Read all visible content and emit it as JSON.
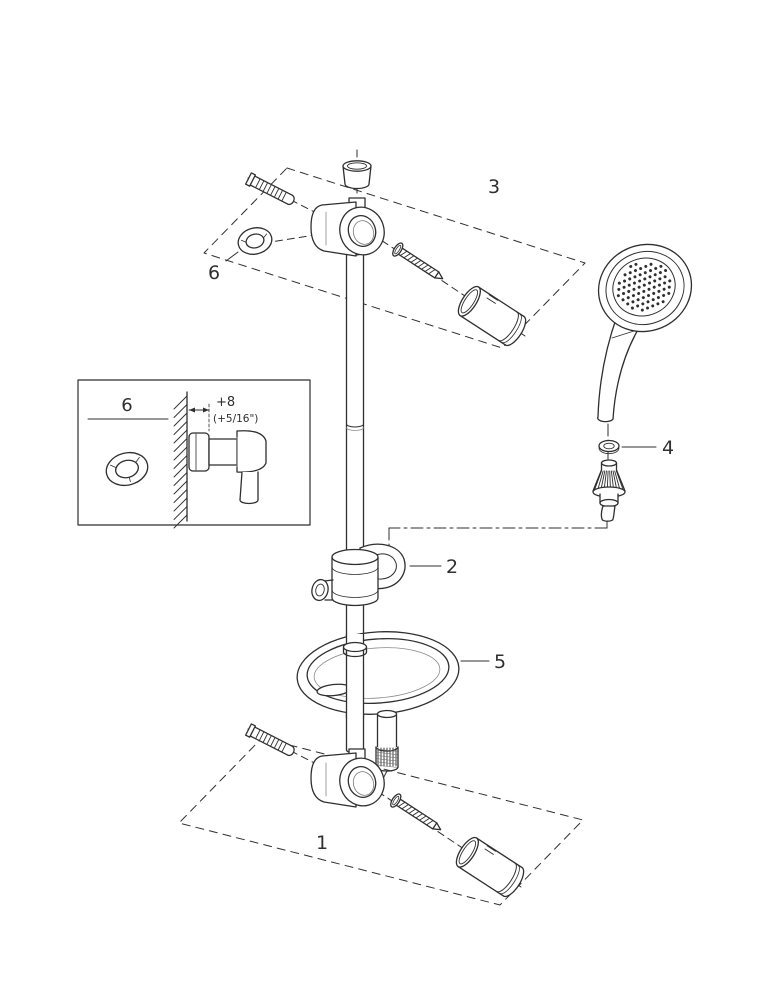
{
  "diagram": {
    "callouts": {
      "c1": "1",
      "c2": "2",
      "c3": "3",
      "c4": "4",
      "c5": "5",
      "c6": "6"
    },
    "inset": {
      "label": "6",
      "dimension_mm": "+8",
      "dimension_in": "(+5/16\")"
    },
    "colors": {
      "line": "#2f2f2f",
      "background": "#ffffff"
    }
  }
}
